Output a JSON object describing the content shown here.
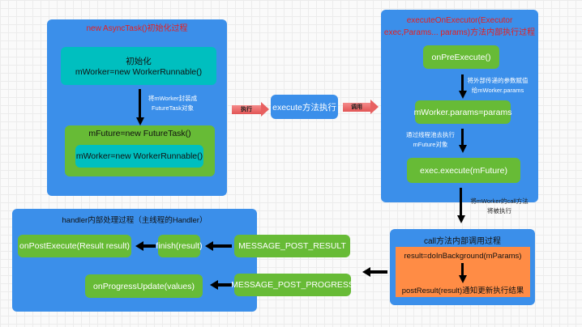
{
  "init_box": {
    "title": "new AsyncTask()初始化过程",
    "init_line1": "初始化",
    "init_line2": "mWorker=new WorkerRunnable()",
    "arrow_note_1": "将mWorker封装成",
    "arrow_note_2": "FutureTask对象",
    "future": "mFuture=new FutureTask()",
    "worker": "mWorker=new WorkerRunnable()"
  },
  "arrow_execute": "执行",
  "execute_box": "execute方法执行",
  "arrow_call": "调用",
  "executor_box": {
    "title_1": "executeOnExecutor(Executor",
    "title_2": "exec,Params... params)方法内部执行过程",
    "pre": "onPreExecute()",
    "note1_1": "将外部传递的参数赋值",
    "note1_2": "给mWorker.params",
    "params": "mWorker.params=params",
    "note2_1": "通过线程池去执行",
    "note2_2": "mFuture对象",
    "exec": "exec.execute(mFuture)"
  },
  "call_note_1": "将mWorker的call方法",
  "call_note_2": "将被执行",
  "call_box": {
    "title": "call方法内部调用过程",
    "do": "result=doInBackground(mParams)",
    "post": "postResult(result)通知更新执行结果"
  },
  "handler_box": {
    "title": "handler内部处理过程（主线程的Handler）",
    "on_post": "onPostExecute(Result result)",
    "finish": "finish(result)",
    "msg_result": "MESSAGE_POST_RESULT",
    "on_progress": "onProgressUpdate(values)",
    "msg_progress": "MESSAGE_POST_PROGRESS"
  },
  "colors": {
    "container": "#3b8fea",
    "teal": "#00bfbf",
    "green": "#67bb36",
    "orange": "#ff8c45",
    "title_red": "#e81e1e"
  }
}
